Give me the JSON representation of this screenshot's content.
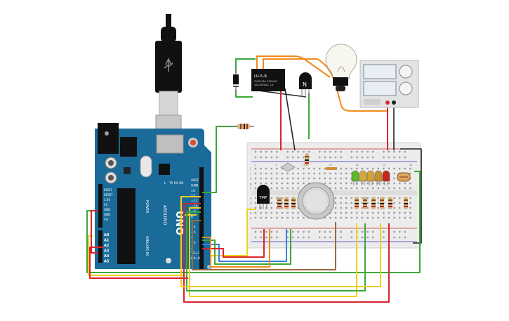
{
  "arduino": {
    "logo": "UNO",
    "brand": "ARDUINO",
    "power_header_label": "POWER",
    "analog_header_label": "ANALOG IN",
    "digital_labels": [
      "AREF",
      "GND",
      "13",
      "12",
      "~11",
      "~10",
      "~9",
      "8",
      "7",
      "~6",
      "~5",
      "4",
      "~3",
      "2",
      "TX→1",
      "RX←0"
    ],
    "power_labels": [
      "IOREF",
      "RESET",
      "3.3V",
      "5V",
      "GND",
      "GND",
      "Vin"
    ],
    "analog_labels": [
      "A0",
      "A1",
      "A2",
      "A3",
      "A4",
      "A5"
    ],
    "led_labels": [
      "L",
      "TX",
      "RX",
      "ON"
    ]
  },
  "relay": {
    "part": "LU-5-R",
    "line1": "5VDC/3A 250VAC",
    "line2": "5A/250VAC 1A"
  },
  "transistor": {
    "label": "N"
  },
  "temp_sensor": {
    "label": "TMP"
  },
  "breadboard": {
    "col_numbers": [
      "1",
      "5",
      "10",
      "15",
      "20",
      "25",
      "30"
    ],
    "row_letters_top": [
      "j",
      "i",
      "h",
      "g",
      "f"
    ],
    "row_letters_bottom": [
      "e",
      "d",
      "c",
      "b",
      "a"
    ]
  },
  "leds": {
    "colors": [
      "#5cb82c",
      "#d4a93a",
      "#d3a33b",
      "#c98f2a",
      "#c7261e"
    ]
  },
  "colors": {
    "board": "#1a6b9a",
    "wire_red": "#d9232e",
    "wire_black": "#222222",
    "wire_green": "#3aa83a",
    "wire_yellow": "#f0d020",
    "wire_orange": "#f08a1c",
    "wire_blue": "#3f7fd8",
    "wire_brown": "#9a6a3a"
  }
}
